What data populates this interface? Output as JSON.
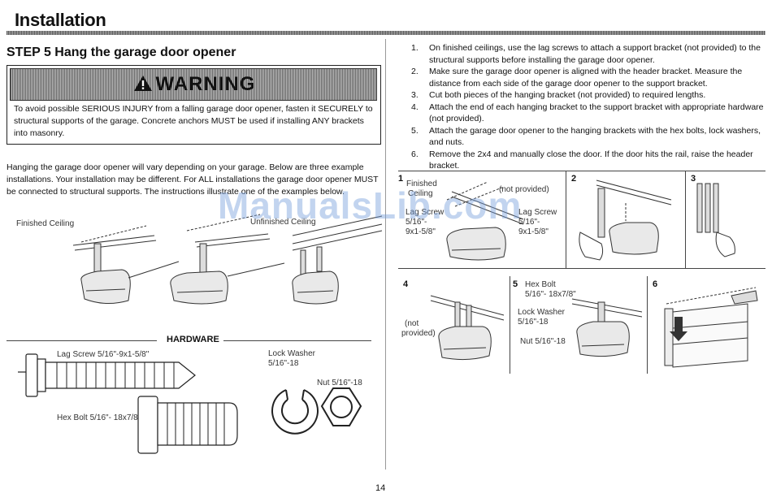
{
  "header": {
    "title": "Installation"
  },
  "step": {
    "title": "STEP 5 Hang the garage door opener"
  },
  "warning": {
    "label": "WARNING",
    "text": "To avoid possible SERIOUS INJURY from a falling garage door opener, fasten it SECURELY to structural supports of the garage. Concrete anchors MUST be used if installing ANY brackets into masonry."
  },
  "intro": "Hanging the garage door opener will vary depending on your garage. Below are three example installations. Your installation may be different. For ALL installations the garage door opener MUST be connected to structural supports. The instructions illustrate one of the examples below.",
  "examples": {
    "finished": "Finished Ceiling",
    "unfinished": "Unfinished Ceiling"
  },
  "hardware": {
    "title": "HARDWARE",
    "lag_screw": "Lag Screw 5/16\"-9x1-5/8\"",
    "hex_bolt": "Hex Bolt 5/16\"- 18x7/8\"",
    "lock_washer_1": "Lock Washer",
    "lock_washer_2": "5/16\"-18",
    "nut": "Nut 5/16\"-18"
  },
  "instructions": [
    {
      "n": "1.",
      "text": "On finished ceilings, use the lag screws to attach a support bracket (not provided) to the structural supports before installing the garage door opener."
    },
    {
      "n": "2.",
      "text": "Make sure the garage door opener is aligned with the header bracket. Measure the distance from each side of the garage door opener to the support bracket."
    },
    {
      "n": "3.",
      "text": "Cut both pieces of the hanging bracket (not provided) to required lengths."
    },
    {
      "n": "4.",
      "text": "Attach the end of each hanging bracket to the support bracket with appropriate hardware (not provided)."
    },
    {
      "n": "5.",
      "text": "Attach the garage door opener to the hanging brackets with the hex bolts, lock washers, and nuts."
    },
    {
      "n": "6.",
      "text": "Remove the 2x4 and manually close the door. If the door hits the rail, raise the header bracket."
    }
  ],
  "panels": {
    "p1": {
      "num": "1",
      "finished": "Finished",
      "ceiling": "Ceiling",
      "not_provided": "(not provided)",
      "lag_l1": "Lag Screw",
      "lag_l2": "5/16\"-",
      "lag_l3": "9x1-5/8\"",
      "lag_r1": "Lag Screw",
      "lag_r2": "5/16\"-",
      "lag_r3": "9x1-5/8\""
    },
    "p2": {
      "num": "2"
    },
    "p3": {
      "num": "3"
    },
    "p4": {
      "num": "4",
      "not_1": "(not",
      "not_2": "provided)"
    },
    "p5": {
      "num": "5",
      "hex1": "Hex Bolt",
      "hex2": "5/16\"- 18x7/8\"",
      "lw1": "Lock Washer",
      "lw2": "5/16\"-18",
      "nut": "Nut 5/16\"-18"
    },
    "p6": {
      "num": "6"
    }
  },
  "page_number": "14",
  "watermark": "ManualsLib.com"
}
